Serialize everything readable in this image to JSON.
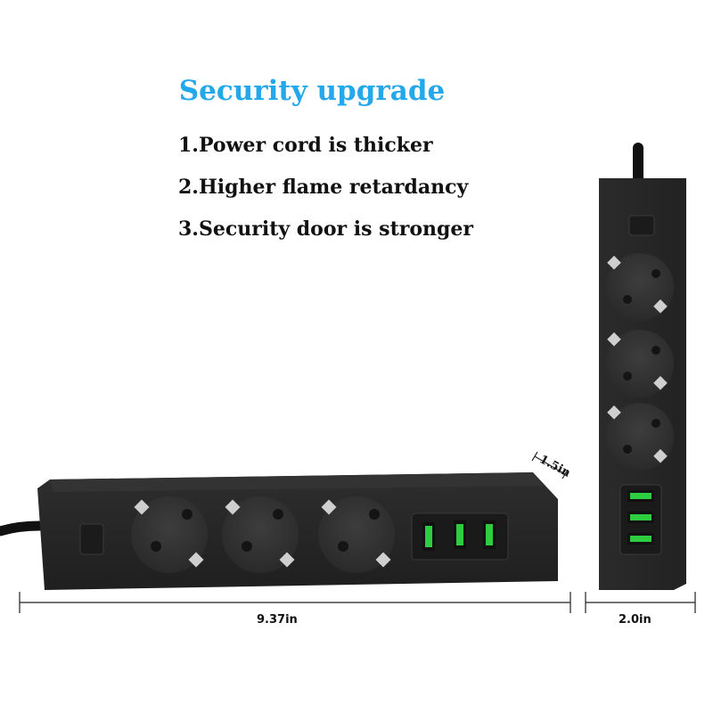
{
  "headline": "Security upgrade",
  "features": [
    "1.Power cord is thicker",
    "2.Higher flame retardancy",
    "3.Security door is stronger"
  ],
  "dimensions": {
    "length": "9.37in",
    "width": "2.0in",
    "depth": "1.5in"
  },
  "colors": {
    "headline": "#23a8ec",
    "strip_body": "#262626",
    "socket": "#333333",
    "usb_port": "#2ecc40"
  },
  "product": {
    "socket_count": 3,
    "usb_port_count": 3
  }
}
